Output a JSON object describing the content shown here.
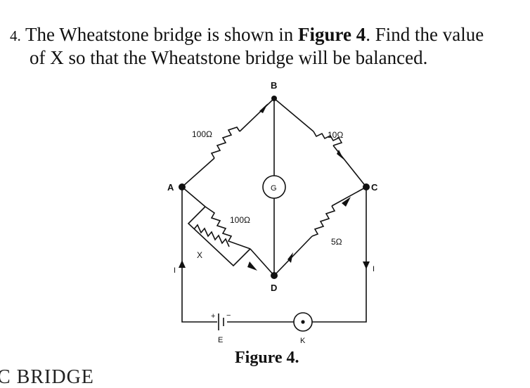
{
  "question": {
    "number": "4.",
    "text_before": "The Wheatstone bridge is shown in ",
    "figure_ref": "Figure 4",
    "text_after": ". Find the value",
    "line2": "of X so that the Wheatstone bridge will be balanced."
  },
  "figure": {
    "caption": "Figure 4.",
    "nodes": {
      "a": "A",
      "b": "B",
      "c": "C",
      "d": "D"
    },
    "resistors": {
      "ab": "100Ω",
      "bc": "10Ω",
      "dc": "5Ω",
      "ad_known": "100Ω",
      "ad_unknown": "X"
    },
    "galvanometer": "G",
    "key": "K",
    "cell": "E",
    "current_left": "I",
    "current_right": "I"
  },
  "cutoff_text": "C BRIDGE"
}
